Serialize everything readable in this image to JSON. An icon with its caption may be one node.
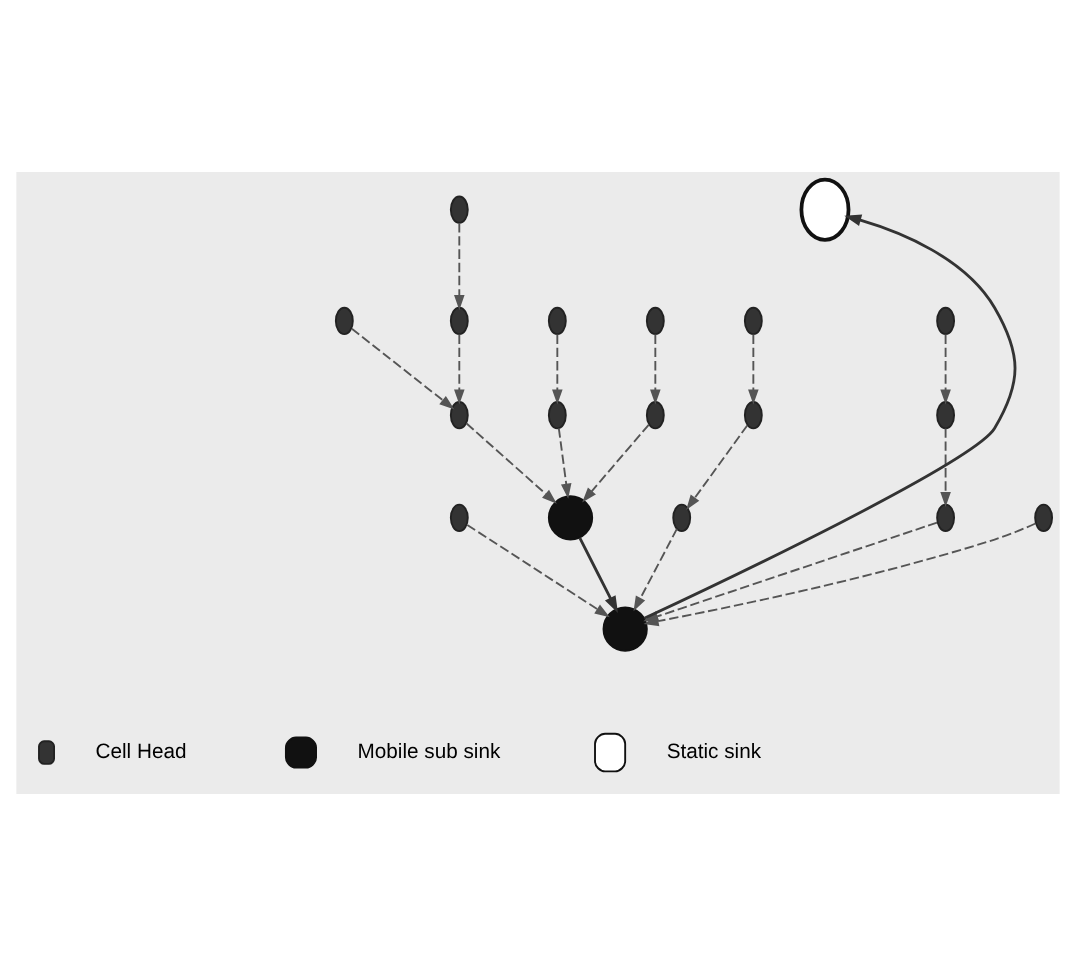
{
  "diagram": {
    "nodes": [
      {
        "text": [],
        "shape": "circle"
      },
      {
        "text": [],
        "shape": "circle"
      },
      {
        "text": [],
        "shape": "circle"
      },
      {
        "text": [],
        "shape": "circle"
      },
      {
        "text": [],
        "shape": "circle"
      },
      {
        "text": [],
        "shape": "circle"
      },
      {
        "text": [],
        "shape": "circle"
      },
      {
        "text": [],
        "shape": "circle"
      },
      {
        "text": [],
        "shape": "circle"
      },
      {
        "text": [],
        "shape": "circle"
      },
      {
        "text": [],
        "shape": "circle"
      },
      {
        "text": [],
        "shape": "circle"
      },
      {
        "text": [],
        "shape": "circle"
      },
      {
        "text": [],
        "shape": "circle"
      },
      {
        "text": [],
        "shape": "circle"
      },
      {
        "text": [],
        "shape": "circle"
      },
      {
        "text": [],
        "shape": "circle"
      },
      {
        "text": [],
        "shape": "circle"
      },
      {
        "text": [],
        "shape": "circle"
      }
    ],
    "edges": [
      {
        "from": 1,
        "to": 3,
        "arrow": "to",
        "style": "dashed"
      },
      {
        "from": 2,
        "to": 5,
        "arrow": "to",
        "style": "dashed"
      },
      {
        "from": 3,
        "to": 4,
        "arrow": "to",
        "style": "dashed"
      },
      {
        "from": 5,
        "to": 4,
        "arrow": "to",
        "style": "dashed"
      },
      {
        "from": 6,
        "to": 4,
        "arrow": "to",
        "style": "dashed"
      },
      {
        "from": 7,
        "to": 6,
        "arrow": "to",
        "style": "dashed"
      },
      {
        "from": 8,
        "to": 6,
        "arrow": "to",
        "style": "dashed"
      },
      {
        "from": 9,
        "to": 7,
        "arrow": "to",
        "style": "dashed"
      },
      {
        "from": 4,
        "to": 16,
        "arrow": "to"
      },
      {
        "from": 10,
        "to": 12,
        "arrow": "to",
        "style": "dashed"
      },
      {
        "from": 12,
        "to": 14,
        "arrow": "to",
        "style": "dashed"
      },
      {
        "from": 14,
        "to": 16,
        "arrow": "to",
        "style": "dashed"
      },
      {
        "from": 11,
        "to": 13,
        "arrow": "to",
        "style": "dashed"
      },
      {
        "from": 13,
        "to": 15,
        "arrow": "to",
        "style": "dashed"
      },
      {
        "from": 15,
        "to": 16,
        "arrow": "to",
        "style": "dashed"
      },
      {
        "from": 17,
        "to": 16,
        "arrow": "to",
        "style": "dashed"
      },
      {
        "from": 18,
        "to": 16,
        "arrow": "to",
        "style": "dashed"
      },
      {
        "from": 16,
        "to": 0,
        "arrow": "to"
      }
    ],
    "legend": [
      {
        "text": "Cell Head"
      },
      {
        "text": "Mobile sub sink"
      },
      {
        "text": "Static sink"
      }
    ]
  }
}
